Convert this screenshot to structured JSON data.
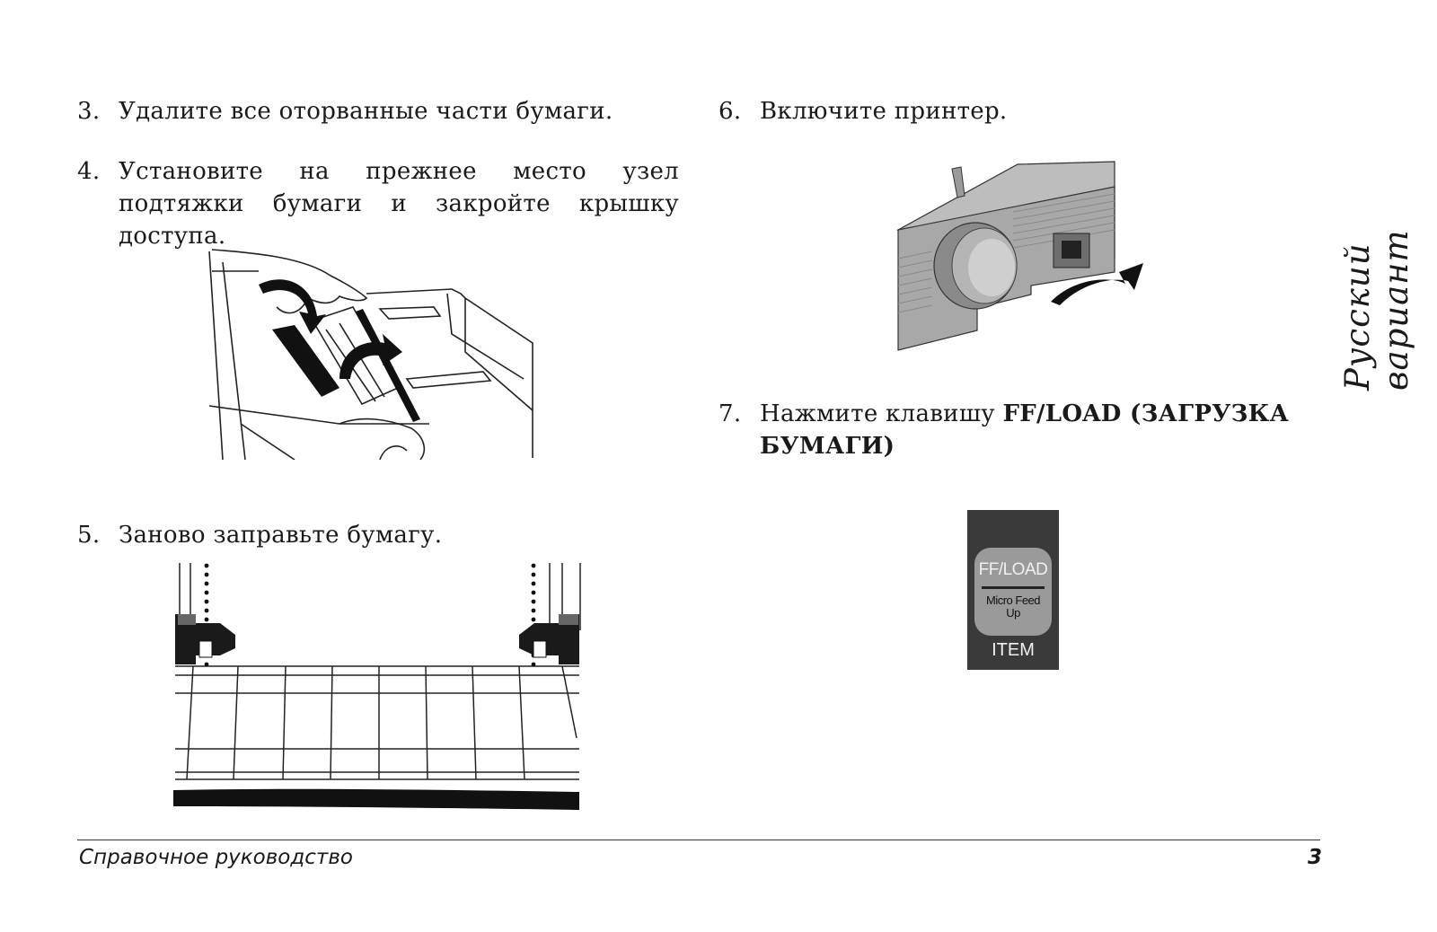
{
  "steps": [
    {
      "num": "3.",
      "text": "Удалите все оторванные части бумаги."
    },
    {
      "num": "4.",
      "text": "Установите на прежнее место узел подтяжки бумаги и закройте крышку доступа."
    },
    {
      "num": "5.",
      "text": "Заново заправьте бумагу."
    },
    {
      "num": "6.",
      "text": "Включите принтер."
    },
    {
      "num": "7.",
      "text_prefix": "Нажмите клавишу ",
      "text_bold": "FF/LOAD (ЗАГРУЗКА БУМАГИ)"
    }
  ],
  "key": {
    "top_label": "FF/LOAD",
    "sub_label_line1": "Micro Feed",
    "sub_label_line2": "Up",
    "bottom_label": "ITEM"
  },
  "side_label": "Русский вариант",
  "footer": {
    "title": "Справочное руководство",
    "page": "3"
  },
  "colors": {
    "text": "#1a1a1a",
    "key_body": "#3a3a3a",
    "key_pad": "#9a9a9a",
    "printer_gray": "#a8a8a8"
  }
}
